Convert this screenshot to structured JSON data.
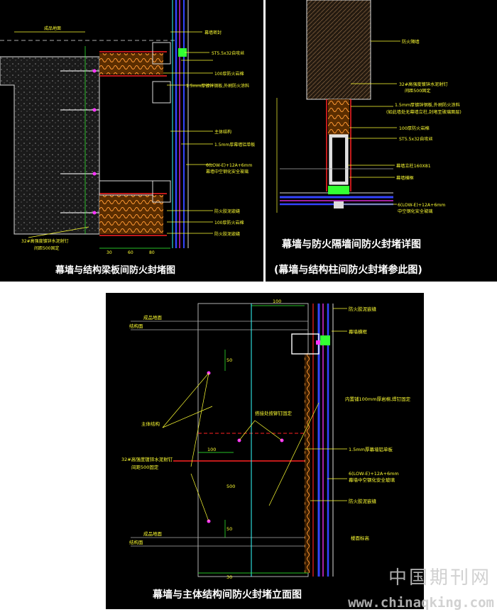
{
  "panel1": {
    "title": "幕墙与结构梁板间防火封堵图",
    "labels": {
      "finish": "成品地面",
      "seal": "幕墙密封",
      "bolt": "ST5.5x32自攻丝",
      "rockwool": "100厚防火岩棉",
      "steelplate": "1.5mm厚镀锌钢板,外刷防火涂料",
      "structure": "主体结构",
      "alum": "1.5mm厚幕墙铝单板",
      "glass1": "6(LOW-E)+12A+6mm",
      "glass2": "幕墙中空钢化安全玻璃",
      "sealant1": "防火胶泥嵌缝",
      "rockwool2": "100厚防火岩棉",
      "sealant2": "防火胶泥嵌缝",
      "anchor1": "32#高强度镀锌水泥射钉",
      "anchor2": "间距500固定"
    },
    "dims": {
      "d1": "30",
      "d2": "60",
      "d3": "80"
    }
  },
  "panel2": {
    "title1": "幕墙与防火隔墙间防火封堵详图",
    "title2": "(幕墙与结构柱间防火封堵参此图)",
    "labels": {
      "wall": "防火隔墙",
      "anchor": "32#高强度镀锌水泥射钉",
      "spacing": "间距500固定",
      "plate1": "1.5mm厚镀锌钢板,外刷防火涂料",
      "plate2": "(如此墙处无幕墙立柱,封堵至玻璃面层)",
      "rockwool": "100厚防火岩棉",
      "bolt": "ST5.5x32自攻丝",
      "mullion": "幕墙立柱160X81",
      "glass_edge": "幕墙横框",
      "glass1": "6(LOW-E)+12A+6mm",
      "glass2": "中空钢化安全玻璃"
    }
  },
  "panel3": {
    "title": "幕墙与主体结构间防火封堵立面图",
    "labels": {
      "finish_top": "成品地面",
      "struct_top": "结构面",
      "sealant_top": "防火胶泥嵌缝",
      "frame": "幕墙横框",
      "structure": "主体结构",
      "anchor1": "32#高强度镀锌水泥射钉",
      "anchor2": "间距500固定",
      "bolt_fix": "搭接处按铆钉固定",
      "rockwool": "内置铺100mm厚岩棉,焊钉固定",
      "alum": "1.5mm厚幕墙铝单板",
      "glass1": "6(LOW-E)+12A+6mm",
      "glass2": "幕墙中空钢化安全玻璃",
      "sealant_bot": "防火胶泥嵌缝",
      "floor": "楼面标高",
      "finish_bot": "成品地面",
      "struct_bot": "结构面"
    },
    "dims": {
      "d100": "100",
      "d50": "50",
      "d500": "500",
      "d30": "30"
    }
  },
  "watermark": {
    "brand": "中国期刊网",
    "url": "www.chinaqking.com"
  },
  "colors": {
    "background": "#000000",
    "label": "#ffff33",
    "line_green": "#33ff33",
    "line_red": "#ff2222",
    "line_blue": "#3344ff",
    "line_magenta": "#ff33ff",
    "line_cyan": "#33ffff",
    "rockwool": "#ff9933",
    "concrete": "#888888"
  }
}
